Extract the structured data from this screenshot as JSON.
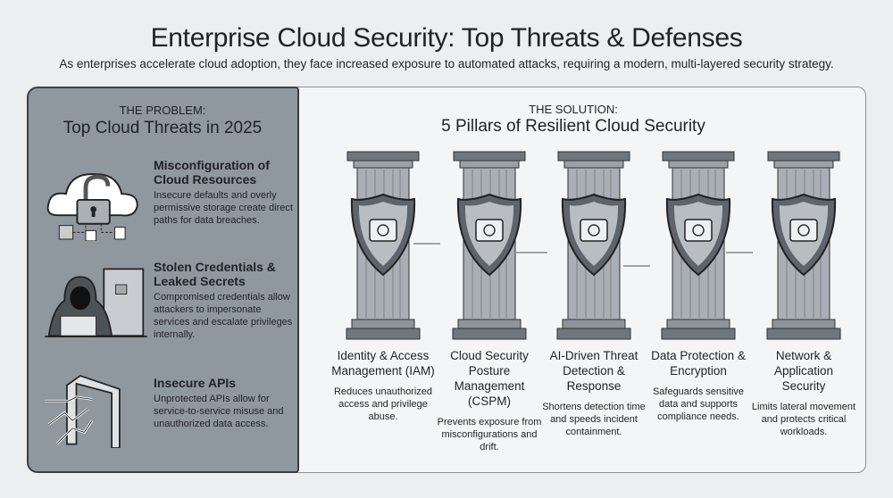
{
  "header": {
    "title": "Enterprise Cloud Security: Top Threats & Defenses",
    "subtitle": "As enterprises accelerate cloud adoption, they face increased exposure to automated attacks, requiring a modern, multi-layered security strategy."
  },
  "problem": {
    "eyebrow": "THE PROBLEM:",
    "heading": "Top Cloud Threats in 2025",
    "threats": [
      {
        "title": "Misconfiguration of Cloud Resources",
        "desc": "Insecure defaults and overly permissive storage create direct paths for data breaches.",
        "icon": "unlocked-cloud-icon"
      },
      {
        "title": "Stolen Credentials & Leaked Secrets",
        "desc": "Compromised credentials allow attackers to impersonate services and escalate privileges internally.",
        "icon": "hooded-hacker-icon"
      },
      {
        "title": "Insecure APIs",
        "desc": "Unprotected APIs allow for service-to-service misuse and unauthorized data access.",
        "icon": "breached-door-icon"
      }
    ]
  },
  "solution": {
    "eyebrow": "THE SOLUTION:",
    "heading": "5 Pillars of Resilient Cloud Security",
    "pillars": [
      {
        "title": "Identity & Access Management (IAM)",
        "desc": "Reduces unauthorized access and privilege abuse.",
        "icon": "fingerprint-id-icon"
      },
      {
        "title": "Cloud Security Posture Management (CSPM)",
        "desc": "Prevents exposure from misconfigurations and drift.",
        "icon": "radar-checklist-icon"
      },
      {
        "title": "AI-Driven Threat Detection & Response",
        "desc": "Shortens detection time and speeds incident containment.",
        "icon": "ai-chip-magnifier-icon"
      },
      {
        "title": "Data Protection & Encryption",
        "desc": "Safeguards sensitive data and supports compliance needs.",
        "icon": "vault-lock-icon"
      },
      {
        "title": "Network & Application Security",
        "desc": "Limits lateral movement and protects critical workloads.",
        "icon": "firewall-shield-icon"
      }
    ]
  }
}
